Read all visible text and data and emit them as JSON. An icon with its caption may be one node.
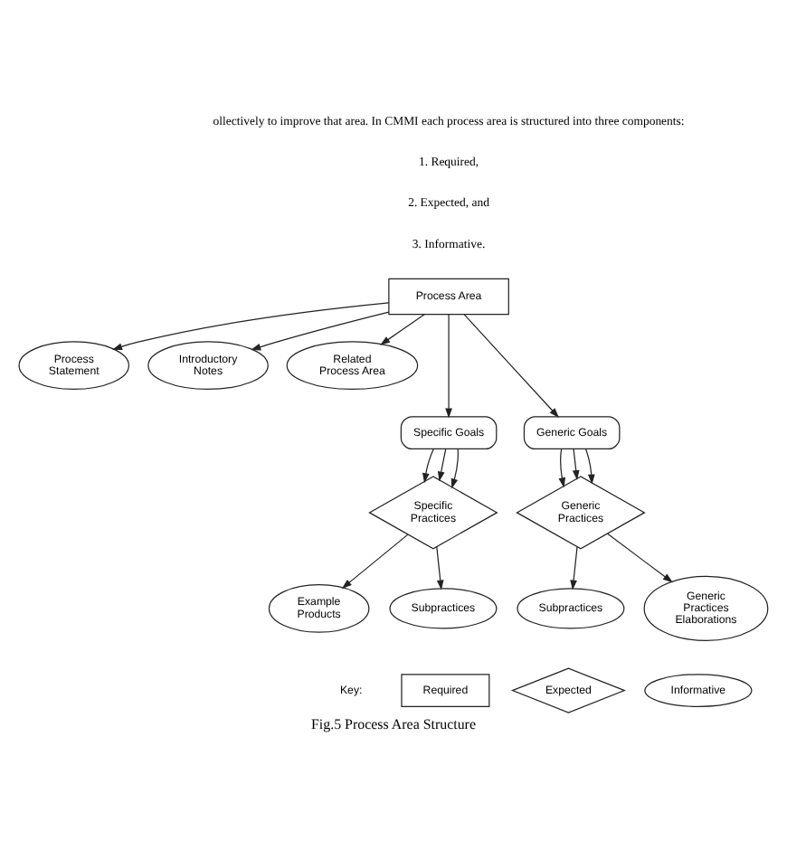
{
  "diagram": {
    "caption": "Fig.5 Process Area Structure",
    "nodes": [
      {
        "text": [
          "Process Area"
        ]
      },
      {
        "text": [
          "Process Statement"
        ]
      },
      {
        "text": [
          "Introductory Notes"
        ]
      },
      {
        "text": [
          "Related Process Area"
        ]
      },
      {
        "text": [
          "Specific Goals"
        ]
      },
      {
        "text": [
          "Generic Goals"
        ]
      },
      {
        "text": [
          "Specific Practices"
        ]
      },
      {
        "text": [
          "Generic Practices"
        ]
      },
      {
        "text": [
          "Example Products"
        ]
      },
      {
        "text": [
          "Subpractices"
        ]
      },
      {
        "text": [
          "Subpractices"
        ]
      },
      {
        "text": [
          "Generic Practices Elaborations"
        ]
      },
      {
        "text": [
          "Required"
        ]
      },
      {
        "text": [
          "Expected"
        ]
      },
      {
        "text": [
          "Informative"
        ]
      }
    ],
    "edges": [
      {
        "from": 0,
        "to": 1,
        "arrow": "to"
      },
      {
        "from": 0,
        "to": 2,
        "arrow": "to"
      },
      {
        "from": 0,
        "to": 3,
        "arrow": "to"
      },
      {
        "from": 0,
        "to": 4,
        "arrow": "to"
      },
      {
        "from": 0,
        "to": 5,
        "arrow": "to"
      },
      {
        "from": 4,
        "to": 6,
        "arrow": "to"
      },
      {
        "from": 4,
        "to": 6,
        "arrow": "to"
      },
      {
        "from": 4,
        "to": 6,
        "arrow": "to"
      },
      {
        "from": 5,
        "to": 7,
        "arrow": "to"
      },
      {
        "from": 5,
        "to": 7,
        "arrow": "to"
      },
      {
        "from": 5,
        "to": 7,
        "arrow": "to"
      },
      {
        "from": 6,
        "to": 8,
        "arrow": "to"
      },
      {
        "from": 6,
        "to": 9,
        "arrow": "to"
      },
      {
        "from": 7,
        "to": 10,
        "arrow": "to"
      },
      {
        "from": 7,
        "to": 11,
        "arrow": "to"
      }
    ],
    "labels": [
      "ollectively to improve that area. In CMMI each process area is structured into three components:",
      "1. Required,",
      "2. Expected, and",
      "3. Informative.",
      "Key:"
    ]
  }
}
